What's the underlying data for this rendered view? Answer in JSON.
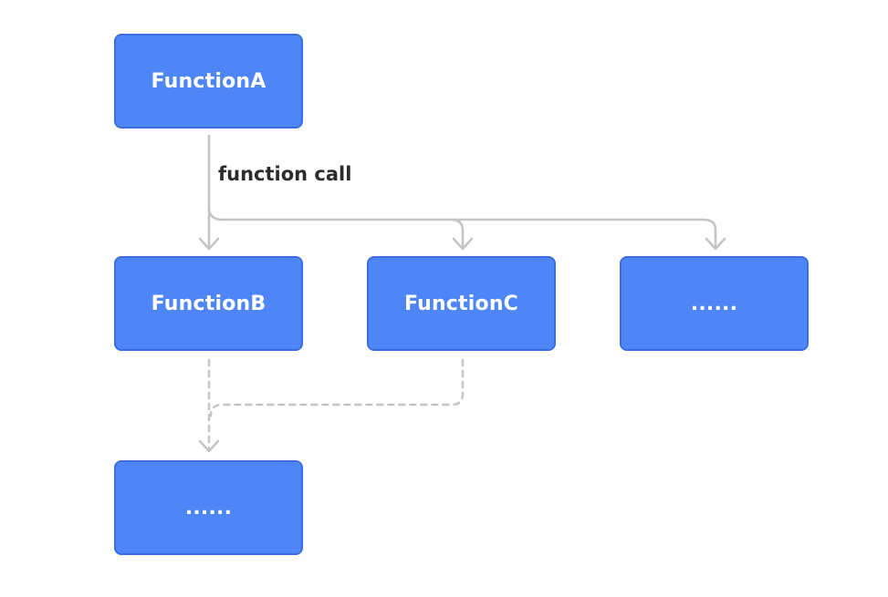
{
  "nodes": {
    "function_a": "FunctionA",
    "function_b": "FunctionB",
    "function_c": "FunctionC",
    "more_right": "......",
    "more_bottom": "......"
  },
  "edges": {
    "call_label": "function call"
  },
  "colors": {
    "node_fill": "#4f86f7",
    "node_border": "#3a6ede",
    "node_text": "#ffffff",
    "connector": "#c4c4c4",
    "label_text": "#2b2b2b"
  }
}
